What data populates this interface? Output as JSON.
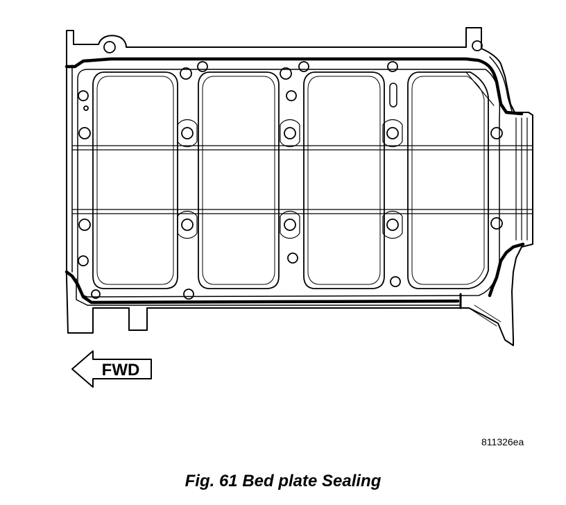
{
  "figure": {
    "direction_label": "FWD",
    "reference_code": "811326ea",
    "caption": "Fig. 61 Bed plate Sealing"
  }
}
